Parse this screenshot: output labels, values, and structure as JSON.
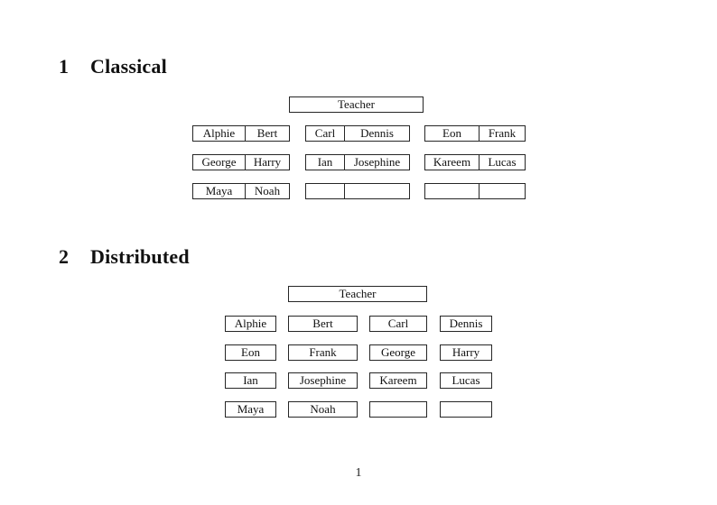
{
  "page": {
    "number": "1"
  },
  "sections": [
    {
      "number": "1",
      "title": "Classical"
    },
    {
      "number": "2",
      "title": "Distributed"
    }
  ],
  "teacher_label": "Teacher",
  "classical": {
    "rows": [
      [
        [
          "Alphie",
          "Bert"
        ],
        [
          "Carl",
          "Dennis"
        ],
        [
          "Eon",
          "Frank"
        ]
      ],
      [
        [
          "George",
          "Harry"
        ],
        [
          "Ian",
          "Josephine"
        ],
        [
          "Kareem",
          "Lucas"
        ]
      ],
      [
        [
          "Maya",
          "Noah"
        ],
        [
          "",
          ""
        ],
        [
          "",
          ""
        ]
      ]
    ]
  },
  "distributed": {
    "rows": [
      [
        "Alphie",
        "Bert",
        "Carl",
        "Dennis"
      ],
      [
        "Eon",
        "Frank",
        "George",
        "Harry"
      ],
      [
        "Ian",
        "Josephine",
        "Kareem",
        "Lucas"
      ],
      [
        "Maya",
        "Noah",
        "",
        ""
      ]
    ]
  }
}
